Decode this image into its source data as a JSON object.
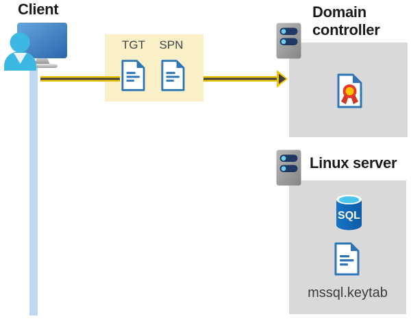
{
  "colors": {
    "arrow_yellow": "#F0C400",
    "arrow_dark": "#3F3F3F",
    "token_box_bg": "#FAF0C8",
    "server_box_bg": "#D9D9D9",
    "client_line_blue": "#BDD9F1",
    "doc_blue": "#2E75B6",
    "label_dark": "#1A1A1A"
  },
  "client": {
    "label": "Client"
  },
  "token_box": {
    "tgt_label": "TGT",
    "spn_label": "SPN"
  },
  "domain_controller": {
    "label": "Domain controller"
  },
  "linux_server": {
    "label": "Linux server",
    "sql_icon_text": "SQL",
    "keytab_label": "mssql.keytab"
  }
}
